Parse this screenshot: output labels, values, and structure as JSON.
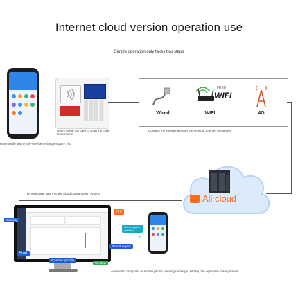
{
  "title": "Internet cloud version operation use",
  "subtitle": "Simple operation only takes two steps",
  "caption_terminal": "Users swipe the card to scan the code to consume",
  "caption_phone": "Use mobile phone self-service recharge inquiry, etc",
  "caption_connect": "Connect the internet through the network to enter the server",
  "caption_webpage": "The web page logs into the cloud consumption system",
  "caption_admin": "Administer computer or mobile phone opening recharge, setting rate operation management",
  "net": {
    "wired": "Wired",
    "wifi": "WIFI",
    "wifi_free": "FREE",
    "fourg": "4G"
  },
  "cloud_label": "Ali cloud",
  "monitor_tags": {
    "subsidy": "Subsidy",
    "charge_cn": "打卡",
    "sales": "Consumption statistics",
    "report": "Report inquiry",
    "start": "Start",
    "scan": "Scan the qr code",
    "window": "Window"
  },
  "or_label": "Or",
  "colors": {
    "accent_blue": "#2f86e8",
    "ali_orange": "#ff6a1a",
    "cloud_blue": "#cfe6fb"
  }
}
